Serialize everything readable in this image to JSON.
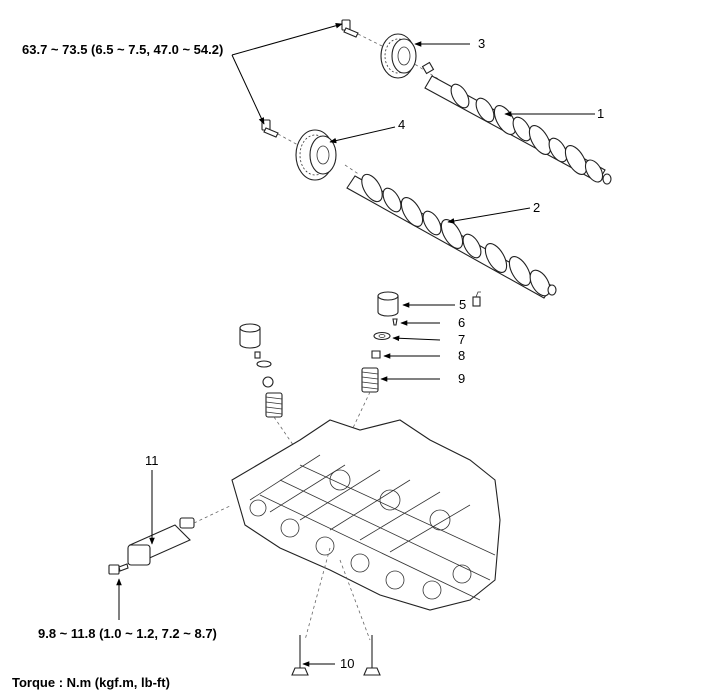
{
  "torque_labels": {
    "camshaft_bolt": "63.7 ~ 73.5 (6.5 ~ 7.5, 47.0 ~ 54.2)",
    "ocv_bolt": "9.8 ~ 11.8 (1.0 ~ 1.2, 7.2 ~ 8.7)",
    "units_note": "Torque : N.m (kgf.m, lb-ft)"
  },
  "callouts": [
    "1",
    "2",
    "3",
    "4",
    "5",
    "6",
    "7",
    "8",
    "9",
    "10",
    "11"
  ],
  "icons": {
    "part5_symbol": "lubrication-oil-icon"
  }
}
